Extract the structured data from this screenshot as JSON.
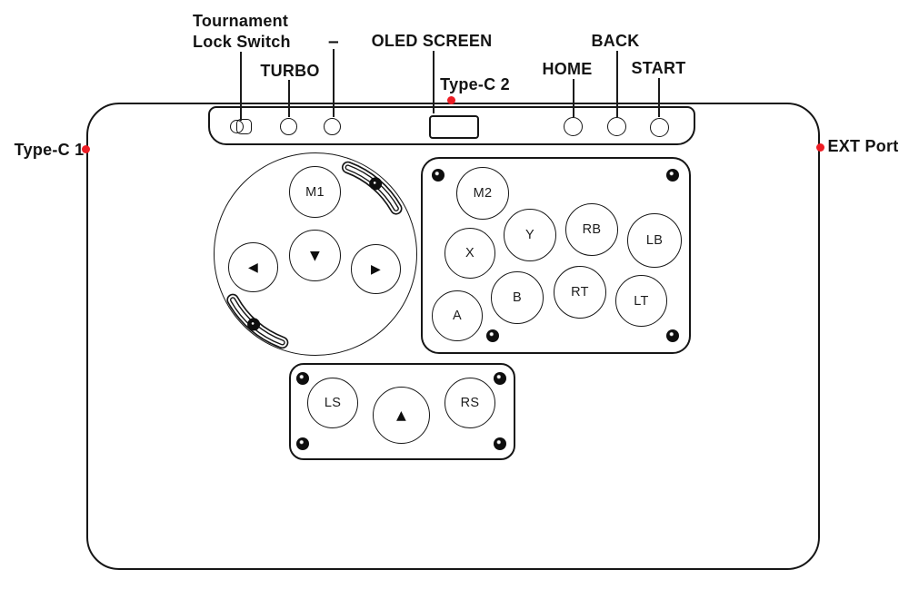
{
  "colors": {
    "marker": "#ed1c24",
    "ink": "#161616",
    "paper": "#ffffff"
  },
  "annotations": {
    "tournament_line1": "Tournament",
    "tournament_line2": "Lock Switch",
    "turbo": "TURBO",
    "dash": "–",
    "oled": "OLED SCREEN",
    "type_c2": "Type-C 2",
    "home": "HOME",
    "back": "BACK",
    "start": "START",
    "type_c1": "Type-C 1",
    "ext_port": "EXT Port"
  },
  "buttons": {
    "m1": "M1",
    "m2": "M2",
    "x": "X",
    "y": "Y",
    "rb": "RB",
    "lb": "LB",
    "a": "A",
    "b": "B",
    "rt": "RT",
    "lt": "LT",
    "ls": "LS",
    "rs": "RS"
  },
  "glyphs": {
    "dpad_left": "◀",
    "dpad_down": "▼",
    "dpad_right": "▶",
    "thumb_up": "▲"
  }
}
